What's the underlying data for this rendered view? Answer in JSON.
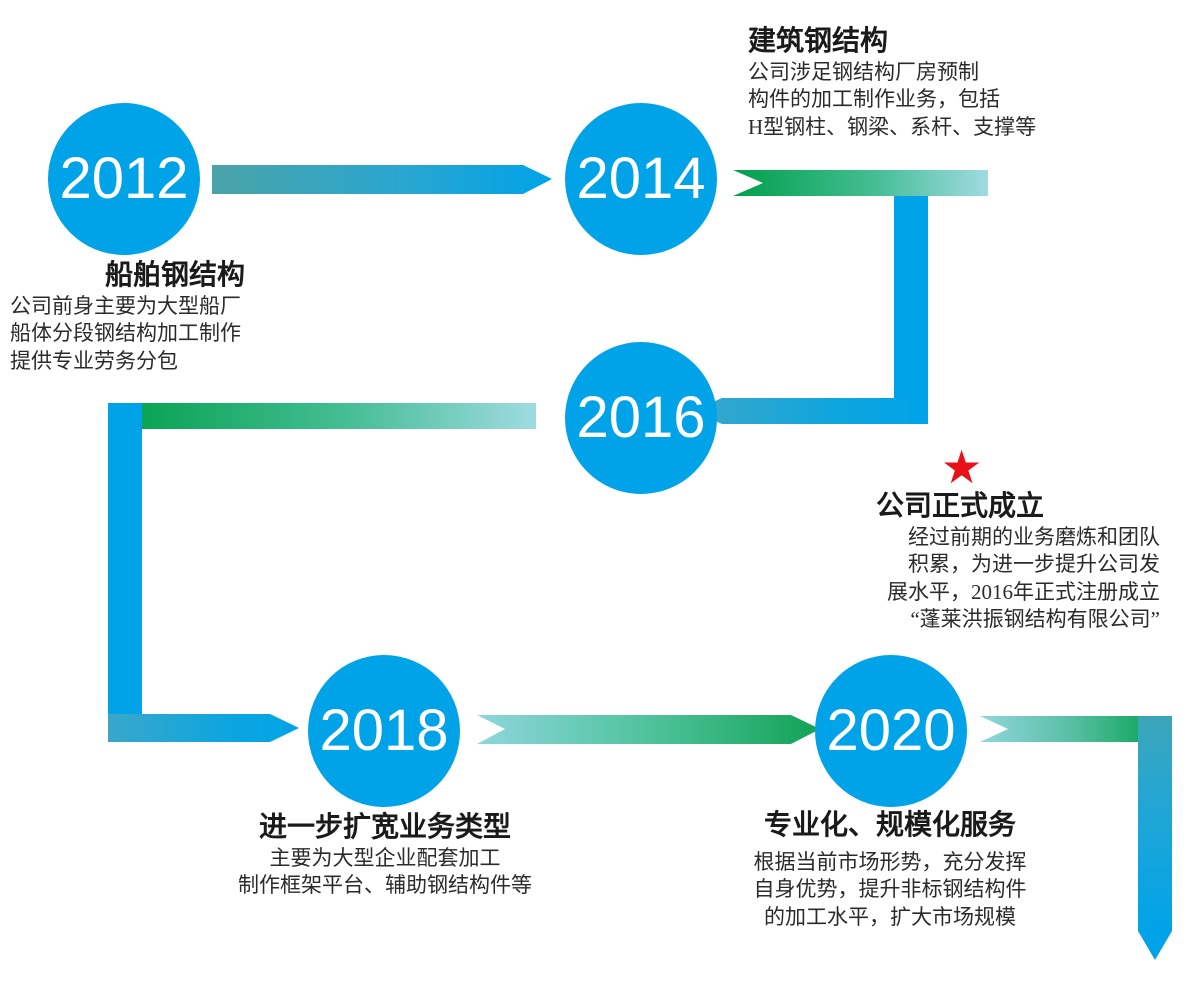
{
  "figure": {
    "kind": "company-history-timeline",
    "background": "#ffffff"
  },
  "colors": {
    "node_blue": "#00a3e8",
    "arrow_blue": "#00a3e8",
    "arrow_green": "#00a04a",
    "arrow_teal": "#3aa8b0",
    "arrow_cyan_light": "#a8dde4",
    "star_red": "#e8111a",
    "title_text": "#1a1a1a",
    "body_text": "#2b2b2b",
    "year_text": "#ffffff"
  },
  "nodes": [
    {
      "id": "y2012",
      "year": "2012"
    },
    {
      "id": "y2014",
      "year": "2014"
    },
    {
      "id": "y2016",
      "year": "2016"
    },
    {
      "id": "y2018",
      "year": "2018"
    },
    {
      "id": "y2020",
      "year": "2020"
    }
  ],
  "milestones": [
    {
      "id": "m2012",
      "year": "2012",
      "title": "船舶钢结构",
      "lines": [
        "公司前身主要为大型船厂",
        "船体分段钢结构加工制作",
        "提供专业劳务分包"
      ],
      "has_star": false
    },
    {
      "id": "m2014",
      "year": "2014",
      "title": "建筑钢结构",
      "lines": [
        "公司涉足钢结构厂房预制",
        "构件的加工制作业务，包括",
        "H型钢柱、钢梁、系杆、支撑等"
      ],
      "has_star": false
    },
    {
      "id": "m2016",
      "year": "2016",
      "title": "公司正式成立",
      "lines": [
        "经过前期的业务磨炼和团队",
        "积累，为进一步提升公司发",
        "展水平，2016年正式注册成立",
        "“蓬莱洪振钢结构有限公司”"
      ],
      "has_star": true,
      "star_glyph": "★"
    },
    {
      "id": "m2018",
      "year": "2018",
      "title": "进一步扩宽业务类型",
      "lines": [
        "主要为大型企业配套加工",
        "制作框架平台、辅助钢结构件等"
      ],
      "has_star": false
    },
    {
      "id": "m2020",
      "year": "2020",
      "title": "专业化、规模化服务",
      "lines": [
        "根据当前市场形势，充分发挥",
        "自身优势，提升非标钢结构件",
        "的加工水平，扩大市场规模"
      ],
      "has_star": false
    }
  ],
  "connectors": [
    {
      "id": "c-2012-2014",
      "from": "2012",
      "to": "2014",
      "direction": "right",
      "style": "teal-to-blue"
    },
    {
      "id": "c-2014-2016",
      "from": "2014",
      "to": "2016",
      "direction": "down-left",
      "style": "green-to-cyan + blue"
    },
    {
      "id": "c-2016-2018",
      "from": "2016",
      "to": "2018",
      "direction": "down-left-right",
      "style": "green-to-cyan + blue"
    },
    {
      "id": "c-2018-2020",
      "from": "2018",
      "to": "2020",
      "direction": "right",
      "style": "cyan-to-green"
    },
    {
      "id": "c-2020-end",
      "from": "2020",
      "to": "end",
      "direction": "down",
      "style": "green-to-cyan + teal-to-blue"
    }
  ]
}
